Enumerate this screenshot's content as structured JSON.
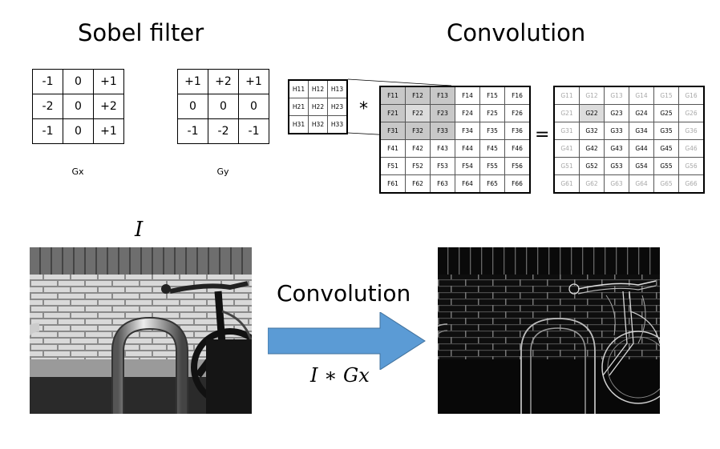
{
  "titles": {
    "sobel": "Sobel filter",
    "convolution": "Convolution"
  },
  "gx": {
    "caption": "Gx",
    "rows": [
      [
        "-1",
        "0",
        "+1"
      ],
      [
        "-2",
        "0",
        "+2"
      ],
      [
        "-1",
        "0",
        "+1"
      ]
    ]
  },
  "gy": {
    "caption": "Gy",
    "rows": [
      [
        "+1",
        "+2",
        "+1"
      ],
      [
        "0",
        "0",
        "0"
      ],
      [
        "-1",
        "-2",
        "-1"
      ]
    ]
  },
  "h_matrix": {
    "rows": [
      [
        "H11",
        "H12",
        "H13"
      ],
      [
        "H21",
        "H22",
        "H23"
      ],
      [
        "H31",
        "H32",
        "H33"
      ]
    ]
  },
  "operators": {
    "convolve": "*",
    "equals": "="
  },
  "f_matrix": {
    "rows": [
      [
        "F11",
        "F12",
        "F13",
        "F14",
        "F15",
        "F16"
      ],
      [
        "F21",
        "F22",
        "F23",
        "F24",
        "F25",
        "F26"
      ],
      [
        "F31",
        "F32",
        "F33",
        "F34",
        "F35",
        "F36"
      ],
      [
        "F41",
        "F42",
        "F43",
        "F44",
        "F45",
        "F46"
      ],
      [
        "F51",
        "F52",
        "F53",
        "F54",
        "F55",
        "F56"
      ],
      [
        "F61",
        "F62",
        "F63",
        "F64",
        "F65",
        "F66"
      ]
    ]
  },
  "g_matrix": {
    "rows": [
      [
        "G11",
        "G12",
        "G13",
        "G14",
        "G15",
        "G16"
      ],
      [
        "G21",
        "G22",
        "G23",
        "G24",
        "G25",
        "G26"
      ],
      [
        "G31",
        "G32",
        "G33",
        "G34",
        "G35",
        "G36"
      ],
      [
        "G41",
        "G42",
        "G43",
        "G44",
        "G45",
        "G46"
      ],
      [
        "G51",
        "G52",
        "G53",
        "G54",
        "G55",
        "G56"
      ],
      [
        "G61",
        "G62",
        "G63",
        "G64",
        "G65",
        "G66"
      ]
    ]
  },
  "input_label": "I",
  "arrow": {
    "label": "Convolution",
    "formula": "I ∗ Gx",
    "color": "#5b9bd5"
  },
  "colors": {
    "shade": "#c8c8c8"
  }
}
